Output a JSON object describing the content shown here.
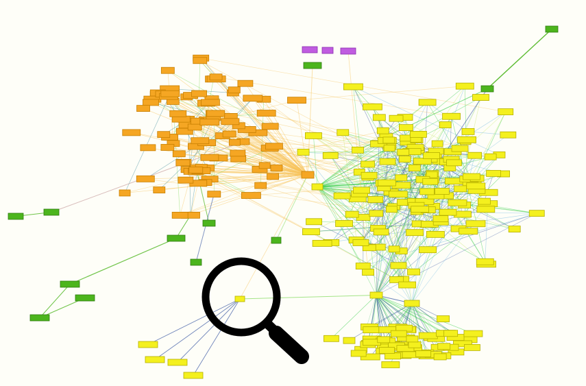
{
  "diagram": {
    "kind": "network-graph",
    "node_shape": "rectangle",
    "labels_visible": false,
    "clusters": [
      {
        "name": "orange-cluster",
        "fill": "#f5a623",
        "stroke": "#c77f00",
        "edge_colors": [
          "#f7c35a",
          "#7ed957",
          "#3a8a9a"
        ]
      },
      {
        "name": "yellow-cluster",
        "fill": "#f4f01e",
        "stroke": "#b5b000",
        "edge_colors": [
          "#2ecc40",
          "#6fb8e0",
          "#3050a0",
          "#c8e86a"
        ]
      },
      {
        "name": "green-peripheral",
        "fill": "#4cb51d",
        "stroke": "#2f7a10",
        "edge_colors": [
          "#4cb51d"
        ]
      },
      {
        "name": "purple-peripheral",
        "fill": "#c05ce0",
        "stroke": "#8a2fb0",
        "edge_colors": []
      }
    ],
    "overlay_icon": {
      "name": "magnifier-icon",
      "stroke": "#000000"
    }
  }
}
